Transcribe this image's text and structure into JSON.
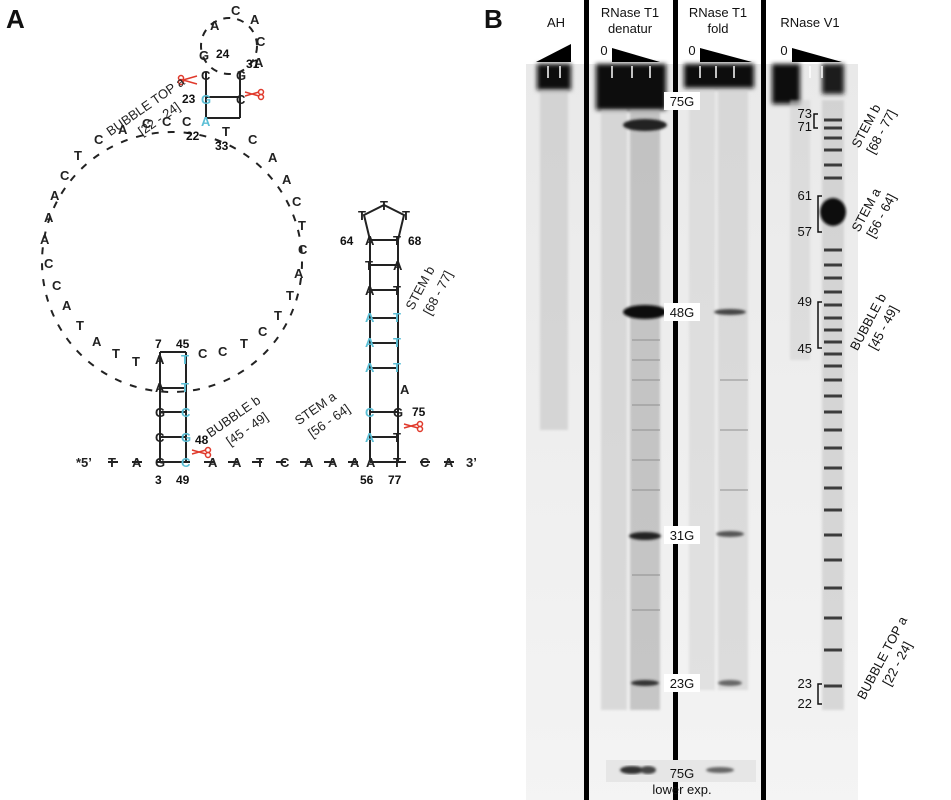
{
  "panel_a": {
    "label": "A",
    "five_prime": "*5’",
    "three_prime": "3’",
    "bubble_top_label": "BUBBLE TOP a",
    "bubble_top_range": "[22 - 24]",
    "bubble_b_label": "BUBBLE b",
    "bubble_b_range": "[45 - 49]",
    "stem_a_label": "STEM a",
    "stem_a_range": "[56 - 64]",
    "stem_b_label": "STEM b",
    "stem_b_range": "[68 - 77]",
    "numbers": [
      "24",
      "31",
      "23",
      "22",
      "33",
      "7",
      "45",
      "48",
      "3",
      "49",
      "64",
      "68",
      "75",
      "56",
      "77"
    ]
  },
  "panel_b": {
    "label": "B",
    "lanes": [
      {
        "title": "AH",
        "sub": ""
      },
      {
        "title": "RNase T1",
        "sub": "denatur"
      },
      {
        "title": "RNase T1",
        "sub": "fold"
      },
      {
        "title": "RNase V1",
        "sub": ""
      }
    ],
    "zero_labels": [
      "0",
      "0",
      "0"
    ],
    "band_labels": [
      "75G",
      "48G",
      "31G",
      "23G"
    ],
    "bottom_label_1": "75G",
    "bottom_label_2": "lower exp.",
    "v1_numbers": [
      "73",
      "71",
      "61",
      "57",
      "49",
      "45",
      "23",
      "22"
    ],
    "side_labels": [
      {
        "label": "STEM b",
        "range": "[68 - 77]"
      },
      {
        "label": "STEM a",
        "range": "[56 - 64]"
      },
      {
        "label": "BUBBLE b",
        "range": "[45 - 49]"
      },
      {
        "label": "BUBBLE TOP a",
        "range": "[22 - 24]"
      }
    ]
  }
}
